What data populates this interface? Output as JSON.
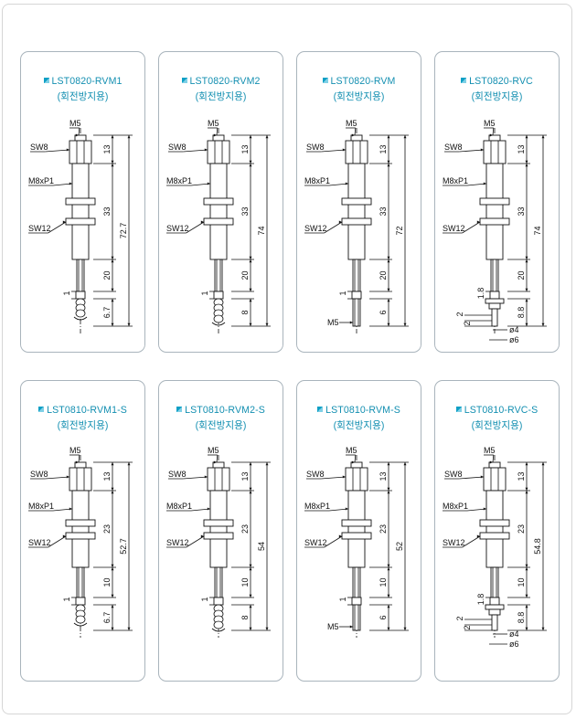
{
  "cards": [
    {
      "title": "LST0820-RVM1",
      "subtitle": "(회전방지용)",
      "tip": "bellows",
      "labels": {
        "top": "M5",
        "hex": "SW8",
        "thread": "M8xP1",
        "nut": "SW12"
      },
      "dims": {
        "hex_h": "13",
        "thread_len": "33",
        "total": "72.7",
        "rod": "20",
        "step": "1",
        "tip": "6.7"
      }
    },
    {
      "title": "LST0820-RVM2",
      "subtitle": "(회전방지용)",
      "tip": "bellows2",
      "labels": {
        "top": "M5",
        "hex": "SW8",
        "thread": "M8xP1",
        "nut": "SW12"
      },
      "dims": {
        "hex_h": "13",
        "thread_len": "33",
        "total": "74",
        "rod": "20",
        "step": "1",
        "tip": "8"
      }
    },
    {
      "title": "LST0820-RVM",
      "subtitle": "(회전방지용)",
      "tip": "thread",
      "labels": {
        "top": "M5",
        "hex": "SW8",
        "thread": "M8xP1",
        "nut": "SW12",
        "tip": "M5"
      },
      "dims": {
        "hex_h": "13",
        "thread_len": "33",
        "total": "72",
        "rod": "20",
        "step": "1",
        "tip": "6"
      }
    },
    {
      "title": "LST0820-RVC",
      "subtitle": "(회전방지용)",
      "tip": "pad",
      "labels": {
        "top": "M5",
        "hex": "SW8",
        "thread": "M8xP1",
        "nut": "SW12"
      },
      "dims": {
        "hex_h": "13",
        "thread_len": "33",
        "total": "74",
        "rod": "20",
        "step": "1.8",
        "tip": "8.8",
        "pad1": "2",
        "pad2": "2",
        "d1": "ø4",
        "d2": "ø6"
      }
    },
    {
      "title": "LST0810-RVM1-S",
      "subtitle": "(회전방지용)",
      "tip": "bellows",
      "labels": {
        "top": "M5",
        "hex": "SW8",
        "thread": "M8xP1",
        "nut": "SW12"
      },
      "dims": {
        "hex_h": "13",
        "thread_len": "23",
        "total": "52.7",
        "rod": "10",
        "step": "1",
        "tip": "6.7"
      }
    },
    {
      "title": "LST0810-RVM2-S",
      "subtitle": "(회전방지용)",
      "tip": "bellows2",
      "labels": {
        "top": "M5",
        "hex": "SW8",
        "thread": "M8xP1",
        "nut": "SW12"
      },
      "dims": {
        "hex_h": "13",
        "thread_len": "23",
        "total": "54",
        "rod": "10",
        "step": "1",
        "tip": "8"
      }
    },
    {
      "title": "LST0810-RVM-S",
      "subtitle": "(회전방지용)",
      "tip": "thread",
      "labels": {
        "top": "M5",
        "hex": "SW8",
        "thread": "M8xP1",
        "nut": "SW12",
        "tip": "M5"
      },
      "dims": {
        "hex_h": "13",
        "thread_len": "23",
        "total": "52",
        "rod": "10",
        "step": "1",
        "tip": "6"
      }
    },
    {
      "title": "LST0810-RVC-S",
      "subtitle": "(회전방지용)",
      "tip": "pad",
      "labels": {
        "top": "M5",
        "hex": "SW8",
        "thread": "M8xP1",
        "nut": "SW12"
      },
      "dims": {
        "hex_h": "13",
        "thread_len": "23",
        "total": "54.8",
        "rod": "10",
        "step": "1.8",
        "tip": "8.8",
        "pad1": "2",
        "pad2": "2",
        "d1": "ø4",
        "d2": "ø6"
      }
    }
  ]
}
